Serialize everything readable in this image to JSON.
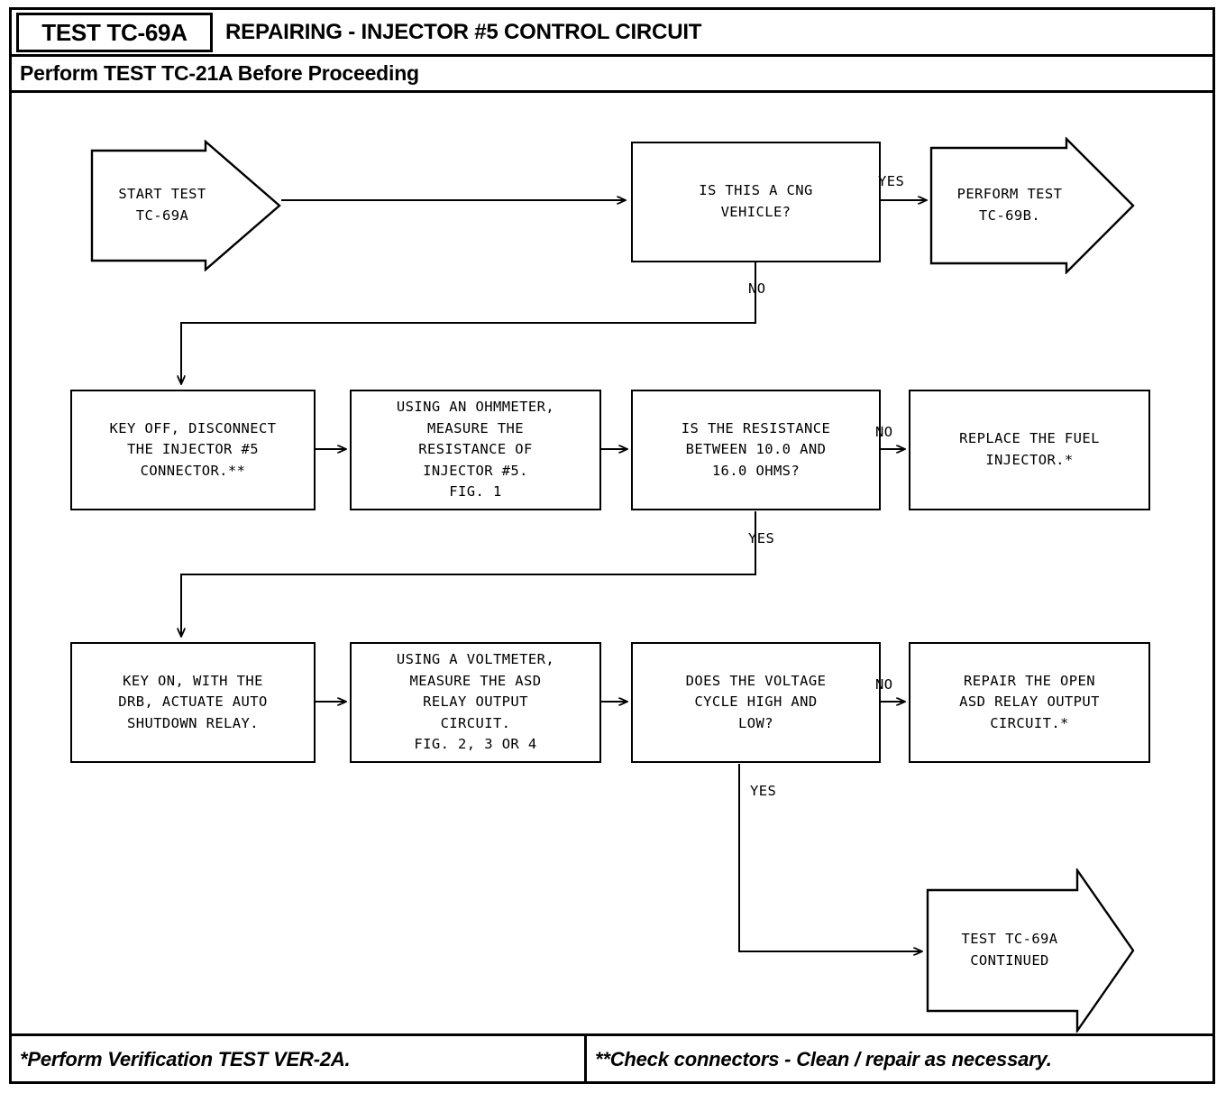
{
  "header": {
    "test_id": "TEST TC-69A",
    "title": "REPAIRING - INJECTOR #5 CONTROL CIRCUIT",
    "subtitle": "Perform TEST TC-21A Before Proceeding"
  },
  "footer": {
    "left_note": "*Perform Verification TEST VER-2A.",
    "right_note": "**Check connectors - Clean / repair as necessary."
  },
  "flow": {
    "nodes": [
      {
        "id": "start",
        "shape": "arrow",
        "text": "START TEST\nTC-69A"
      },
      {
        "id": "cng-question",
        "shape": "box",
        "text": "IS THIS A CNG\nVEHICLE?"
      },
      {
        "id": "perform-tc69b",
        "shape": "arrow",
        "text": "PERFORM TEST\nTC-69B."
      },
      {
        "id": "key-off-disconnect",
        "shape": "box",
        "text": "KEY OFF, DISCONNECT\nTHE INJECTOR #5\nCONNECTOR.**"
      },
      {
        "id": "measure-resistance",
        "shape": "box",
        "text": "USING AN OHMMETER,\nMEASURE THE\nRESISTANCE OF\nINJECTOR #5.\nFIG. 1"
      },
      {
        "id": "resistance-question",
        "shape": "box",
        "text": "IS THE RESISTANCE\nBETWEEN 10.0 AND\n16.0 OHMS?"
      },
      {
        "id": "replace-injector",
        "shape": "box",
        "text": "REPLACE THE FUEL\nINJECTOR.*"
      },
      {
        "id": "key-on-actuate",
        "shape": "box",
        "text": "KEY ON, WITH THE\nDRB, ACTUATE AUTO\nSHUTDOWN RELAY."
      },
      {
        "id": "measure-voltage",
        "shape": "box",
        "text": "USING A VOLTMETER,\nMEASURE THE ASD\nRELAY OUTPUT\nCIRCUIT.\nFIG. 2, 3 OR 4"
      },
      {
        "id": "voltage-question",
        "shape": "box",
        "text": "DOES THE VOLTAGE\nCYCLE HIGH AND\nLOW?"
      },
      {
        "id": "repair-asd-circuit",
        "shape": "box",
        "text": "REPAIR THE OPEN\nASD RELAY OUTPUT\nCIRCUIT.*"
      },
      {
        "id": "continued",
        "shape": "arrow",
        "text": "TEST TC-69A\nCONTINUED"
      }
    ],
    "edge_labels": [
      {
        "id": "cng-yes",
        "text": "YES"
      },
      {
        "id": "cng-no",
        "text": "NO"
      },
      {
        "id": "resistance-no",
        "text": "NO"
      },
      {
        "id": "resistance-yes",
        "text": "YES"
      },
      {
        "id": "voltage-no",
        "text": "NO"
      },
      {
        "id": "voltage-yes",
        "text": "YES"
      }
    ]
  },
  "colors": {
    "ink": "#000000",
    "paper": "#ffffff"
  }
}
